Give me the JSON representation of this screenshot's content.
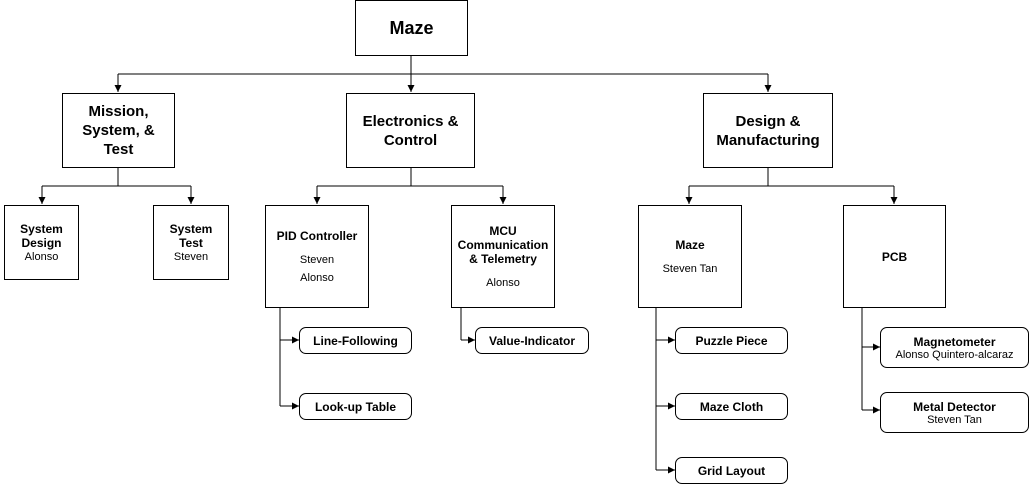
{
  "root": {
    "title": "Maze"
  },
  "level1": {
    "mission": {
      "title": "Mission, System, & Test"
    },
    "electronics": {
      "title": "Electronics & Control"
    },
    "design": {
      "title": "Design & Manufacturing"
    }
  },
  "level2": {
    "system_design": {
      "title": "System Design",
      "owner": "Alonso"
    },
    "system_test": {
      "title": "System Test",
      "owner": "Steven"
    },
    "pid": {
      "title": "PID Controller",
      "owners": [
        "Steven",
        "Alonso"
      ]
    },
    "mcu": {
      "title": "MCU Communication & Telemetry",
      "owner": "Alonso"
    },
    "maze": {
      "title": "Maze",
      "owner": "Steven Tan"
    },
    "pcb": {
      "title": "PCB"
    }
  },
  "tasks": {
    "line_following": "Line-Following",
    "lookup_table": "Look-up Table",
    "value_indicator": "Value-Indicator",
    "puzzle_piece": "Puzzle Piece",
    "maze_cloth": "Maze Cloth",
    "grid_layout": "Grid Layout",
    "magnetometer": {
      "title": "Magnetometer",
      "owner": "Alonso Quintero-alcaraz"
    },
    "metal_detector": {
      "title": "Metal Detector",
      "owner": "Steven Tan"
    }
  }
}
